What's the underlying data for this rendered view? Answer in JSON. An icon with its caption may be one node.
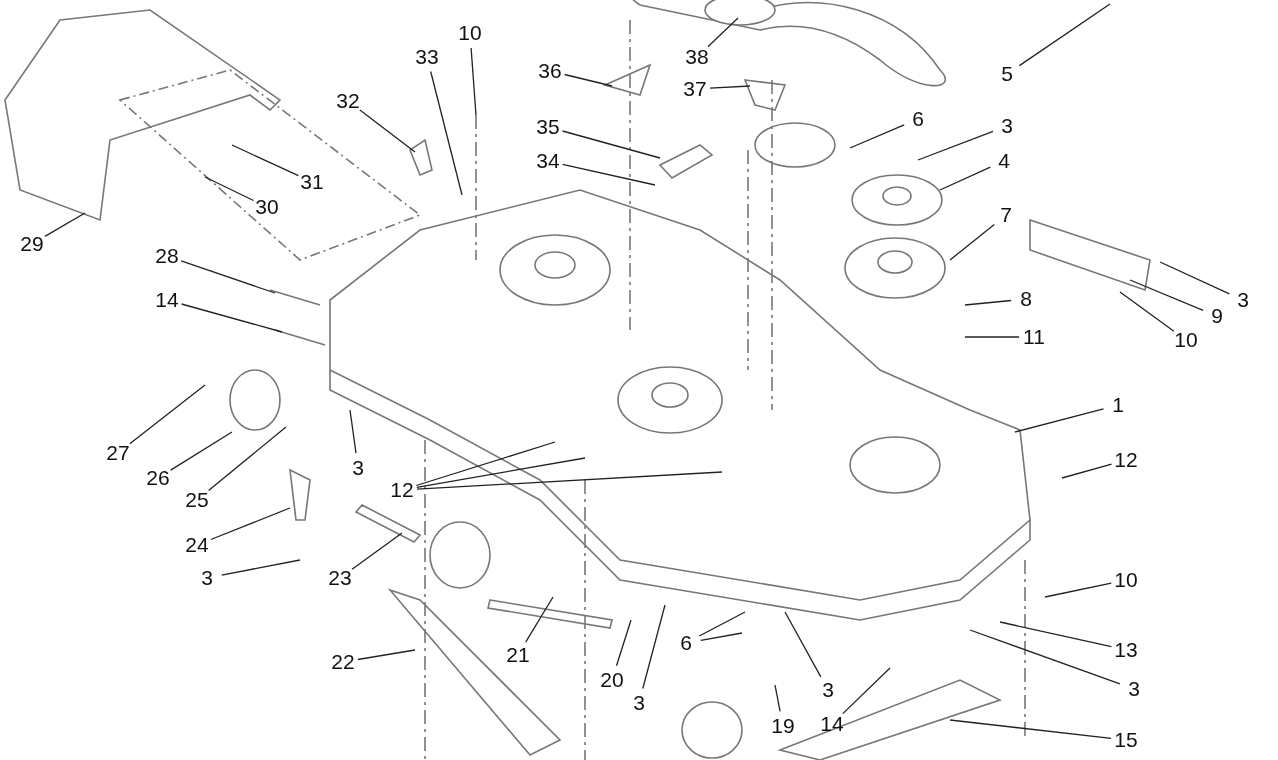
{
  "diagram": {
    "nodes": [
      {
        "text": [
          "38"
        ]
      },
      {
        "text": [
          "5"
        ]
      },
      {
        "text": [
          "10"
        ]
      },
      {
        "text": [
          "33"
        ]
      },
      {
        "text": [
          "36"
        ]
      },
      {
        "text": [
          "37"
        ]
      },
      {
        "text": [
          "32"
        ]
      },
      {
        "text": [
          "35"
        ]
      },
      {
        "text": [
          "6"
        ]
      },
      {
        "text": [
          "3"
        ]
      },
      {
        "text": [
          "31"
        ]
      },
      {
        "text": [
          "34"
        ]
      },
      {
        "text": [
          "4"
        ]
      },
      {
        "text": [
          "30"
        ]
      },
      {
        "text": [
          "29"
        ]
      },
      {
        "text": [
          "7"
        ]
      },
      {
        "text": [
          "28"
        ]
      },
      {
        "text": [
          "3"
        ]
      },
      {
        "text": [
          "8"
        ]
      },
      {
        "text": [
          "9"
        ]
      },
      {
        "text": [
          "14"
        ]
      },
      {
        "text": [
          "11"
        ]
      },
      {
        "text": [
          "10"
        ]
      },
      {
        "text": [
          "1"
        ]
      },
      {
        "text": [
          "27"
        ]
      },
      {
        "text": [
          "3"
        ]
      },
      {
        "text": [
          "12"
        ]
      },
      {
        "text": [
          "26"
        ]
      },
      {
        "text": [
          "12"
        ]
      },
      {
        "text": [
          "25"
        ]
      },
      {
        "text": [
          "24"
        ]
      },
      {
        "text": [
          "23"
        ]
      },
      {
        "text": [
          "3"
        ]
      },
      {
        "text": [
          "10"
        ]
      },
      {
        "text": [
          "22"
        ]
      },
      {
        "text": [
          "21"
        ]
      },
      {
        "text": [
          "6"
        ]
      },
      {
        "text": [
          "13"
        ]
      },
      {
        "text": [
          "20"
        ]
      },
      {
        "text": [
          "3"
        ]
      },
      {
        "text": [
          "3"
        ]
      },
      {
        "text": [
          "3"
        ]
      },
      {
        "text": [
          "19"
        ]
      },
      {
        "text": [
          "14"
        ]
      },
      {
        "text": [
          "15"
        ]
      }
    ],
    "edges": [
      {
        "from": 0,
        "to": null,
        "arrow": "none"
      },
      {
        "from": 1,
        "to": null,
        "arrow": "none"
      },
      {
        "from": 2,
        "to": null,
        "arrow": "none"
      },
      {
        "from": 3,
        "to": null,
        "arrow": "none"
      },
      {
        "from": 4,
        "to": null,
        "arrow": "none"
      },
      {
        "from": 5,
        "to": null,
        "arrow": "none"
      },
      {
        "from": 6,
        "to": null,
        "arrow": "none"
      },
      {
        "from": 7,
        "to": null,
        "arrow": "none"
      },
      {
        "from": 8,
        "to": null,
        "arrow": "none"
      },
      {
        "from": 9,
        "to": null,
        "arrow": "none"
      },
      {
        "from": 10,
        "to": null,
        "arrow": "none"
      },
      {
        "from": 11,
        "to": null,
        "arrow": "none"
      },
      {
        "from": 12,
        "to": null,
        "arrow": "none"
      },
      {
        "from": 13,
        "to": null,
        "arrow": "none"
      },
      {
        "from": 14,
        "to": null,
        "arrow": "none"
      },
      {
        "from": 15,
        "to": null,
        "arrow": "none"
      },
      {
        "from": 16,
        "to": null,
        "arrow": "none"
      },
      {
        "from": 17,
        "to": null,
        "arrow": "none"
      },
      {
        "from": 18,
        "to": null,
        "arrow": "none"
      },
      {
        "from": 19,
        "to": null,
        "arrow": "none"
      },
      {
        "from": 20,
        "to": null,
        "arrow": "none"
      },
      {
        "from": 21,
        "to": null,
        "arrow": "none"
      },
      {
        "from": 22,
        "to": null,
        "arrow": "none"
      },
      {
        "from": 23,
        "to": null,
        "arrow": "none"
      },
      {
        "from": 24,
        "to": null,
        "arrow": "none"
      },
      {
        "from": 25,
        "to": null,
        "arrow": "none"
      },
      {
        "from": 26,
        "to": null,
        "arrow": "none"
      },
      {
        "from": 27,
        "to": null,
        "arrow": "none"
      },
      {
        "from": 28,
        "to": null,
        "arrow": "none"
      },
      {
        "from": 28,
        "to": null,
        "arrow": "none"
      },
      {
        "from": 28,
        "to": null,
        "arrow": "none"
      },
      {
        "from": 29,
        "to": null,
        "arrow": "none"
      },
      {
        "from": 30,
        "to": null,
        "arrow": "none"
      },
      {
        "from": 31,
        "to": null,
        "arrow": "none"
      },
      {
        "from": 32,
        "to": null,
        "arrow": "none"
      },
      {
        "from": 33,
        "to": null,
        "arrow": "none"
      },
      {
        "from": 34,
        "to": null,
        "arrow": "none"
      },
      {
        "from": 35,
        "to": null,
        "arrow": "none"
      },
      {
        "from": 36,
        "to": null,
        "arrow": "none"
      },
      {
        "from": 36,
        "to": null,
        "arrow": "none"
      },
      {
        "from": 37,
        "to": null,
        "arrow": "none"
      },
      {
        "from": 38,
        "to": null,
        "arrow": "none"
      },
      {
        "from": 39,
        "to": null,
        "arrow": "none"
      },
      {
        "from": 40,
        "to": null,
        "arrow": "none"
      },
      {
        "from": 41,
        "to": null,
        "arrow": "none"
      },
      {
        "from": 42,
        "to": null,
        "arrow": "none"
      },
      {
        "from": 43,
        "to": null,
        "arrow": "none"
      },
      {
        "from": 44,
        "to": null,
        "arrow": "none"
      }
    ]
  }
}
